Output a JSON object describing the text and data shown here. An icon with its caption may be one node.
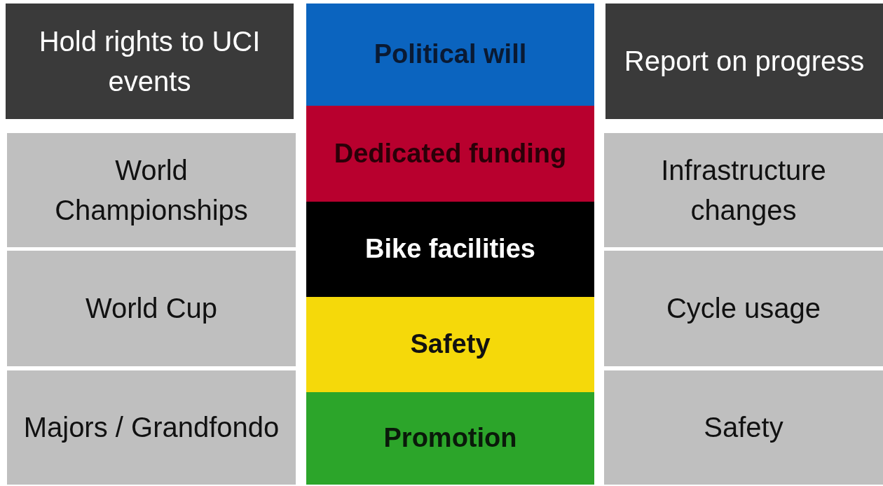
{
  "diagram": {
    "nodes": [
      {
        "text": [
          "Hold rights to UCI events"
        ]
      },
      {
        "text": [
          "World Championships"
        ]
      },
      {
        "text": [
          "World Cup"
        ]
      },
      {
        "text": [
          "Majors / Grandfondo"
        ]
      },
      {
        "text": [
          "Political will"
        ]
      },
      {
        "text": [
          "Dedicated funding"
        ]
      },
      {
        "text": [
          "Bike facilities"
        ]
      },
      {
        "text": [
          "Safety"
        ]
      },
      {
        "text": [
          "Promotion"
        ]
      },
      {
        "text": [
          "Report on progress"
        ]
      },
      {
        "text": [
          "Infrastructure changes"
        ]
      },
      {
        "text": [
          "Cycle usage"
        ]
      },
      {
        "text": [
          "Safety"
        ]
      }
    ]
  }
}
